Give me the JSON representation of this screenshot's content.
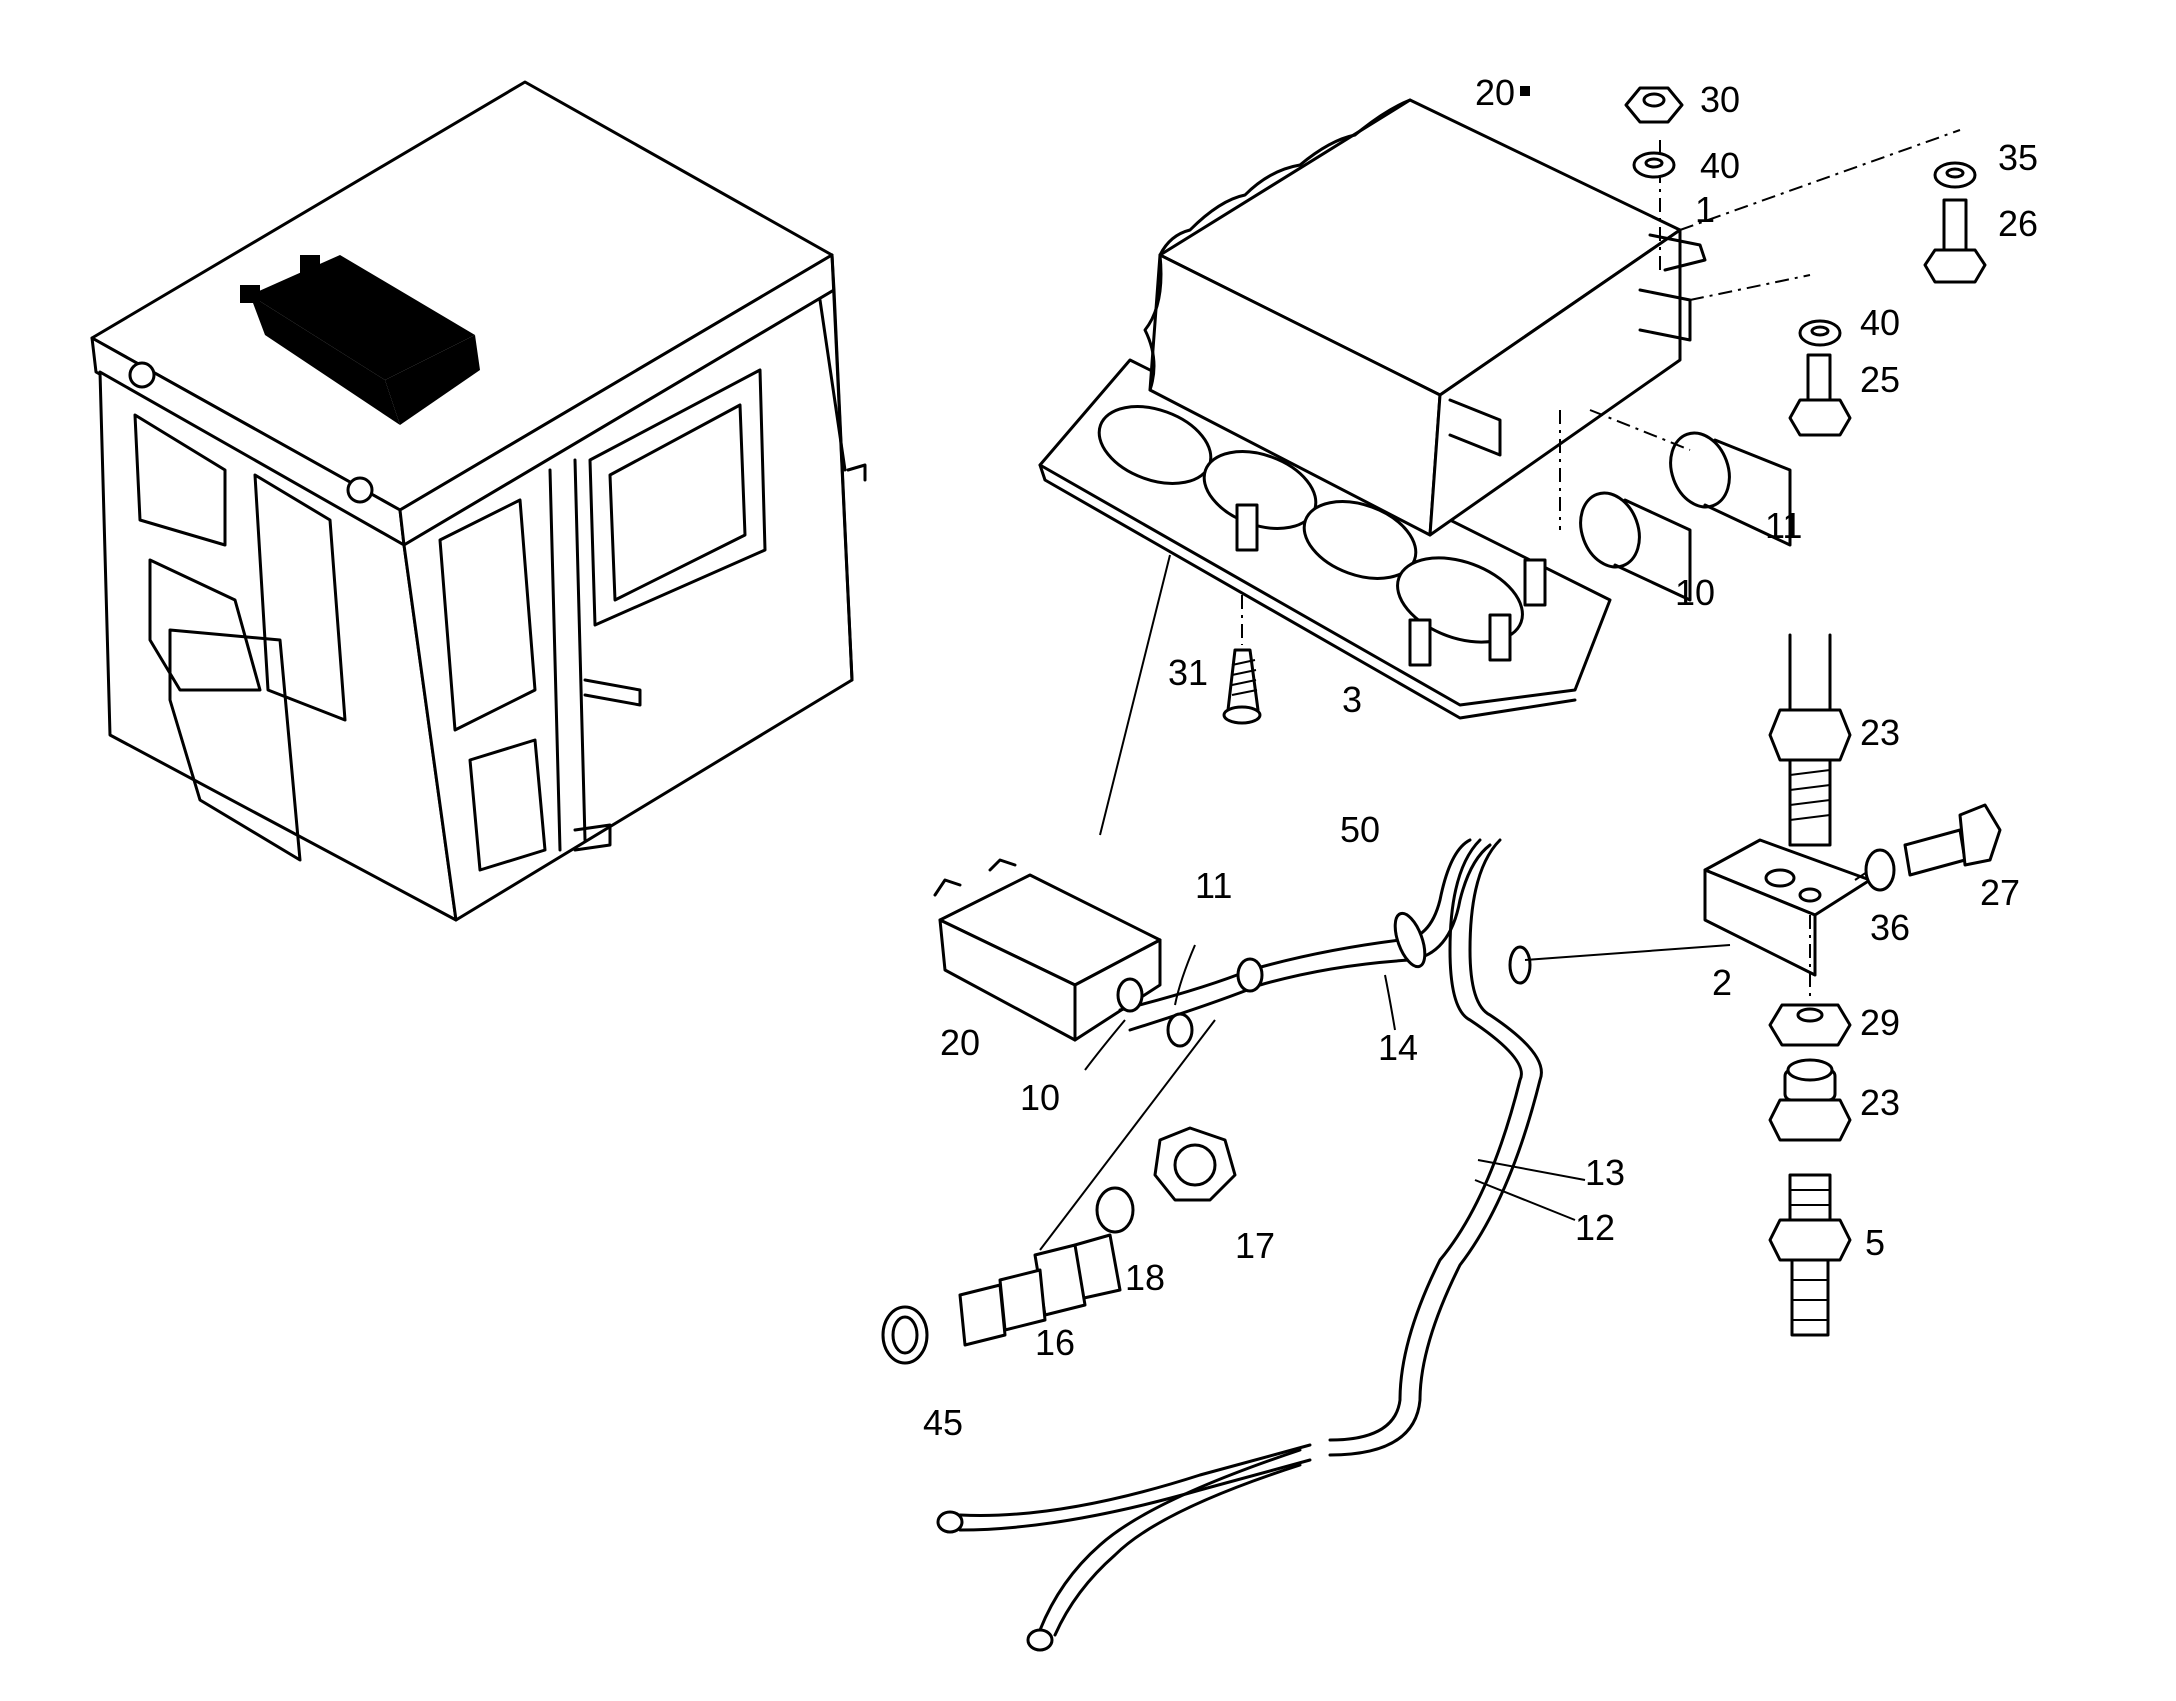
{
  "labels": {
    "20_top": "20",
    "30": "30",
    "40_a": "40",
    "35": "35",
    "1": "1",
    "26": "26",
    "40_b": "40",
    "25": "25",
    "11_top": "11",
    "10_top": "10",
    "31": "31",
    "3": "3",
    "23_top": "23",
    "27": "27",
    "36": "36",
    "2": "2",
    "29": "29",
    "23_bottom": "23",
    "5": "5",
    "50": "50",
    "11_mid": "11",
    "20_mid": "20",
    "10_mid": "10",
    "14": "14",
    "13": "13",
    "12": "12",
    "17": "17",
    "18": "18",
    "16": "16",
    "45": "45"
  }
}
